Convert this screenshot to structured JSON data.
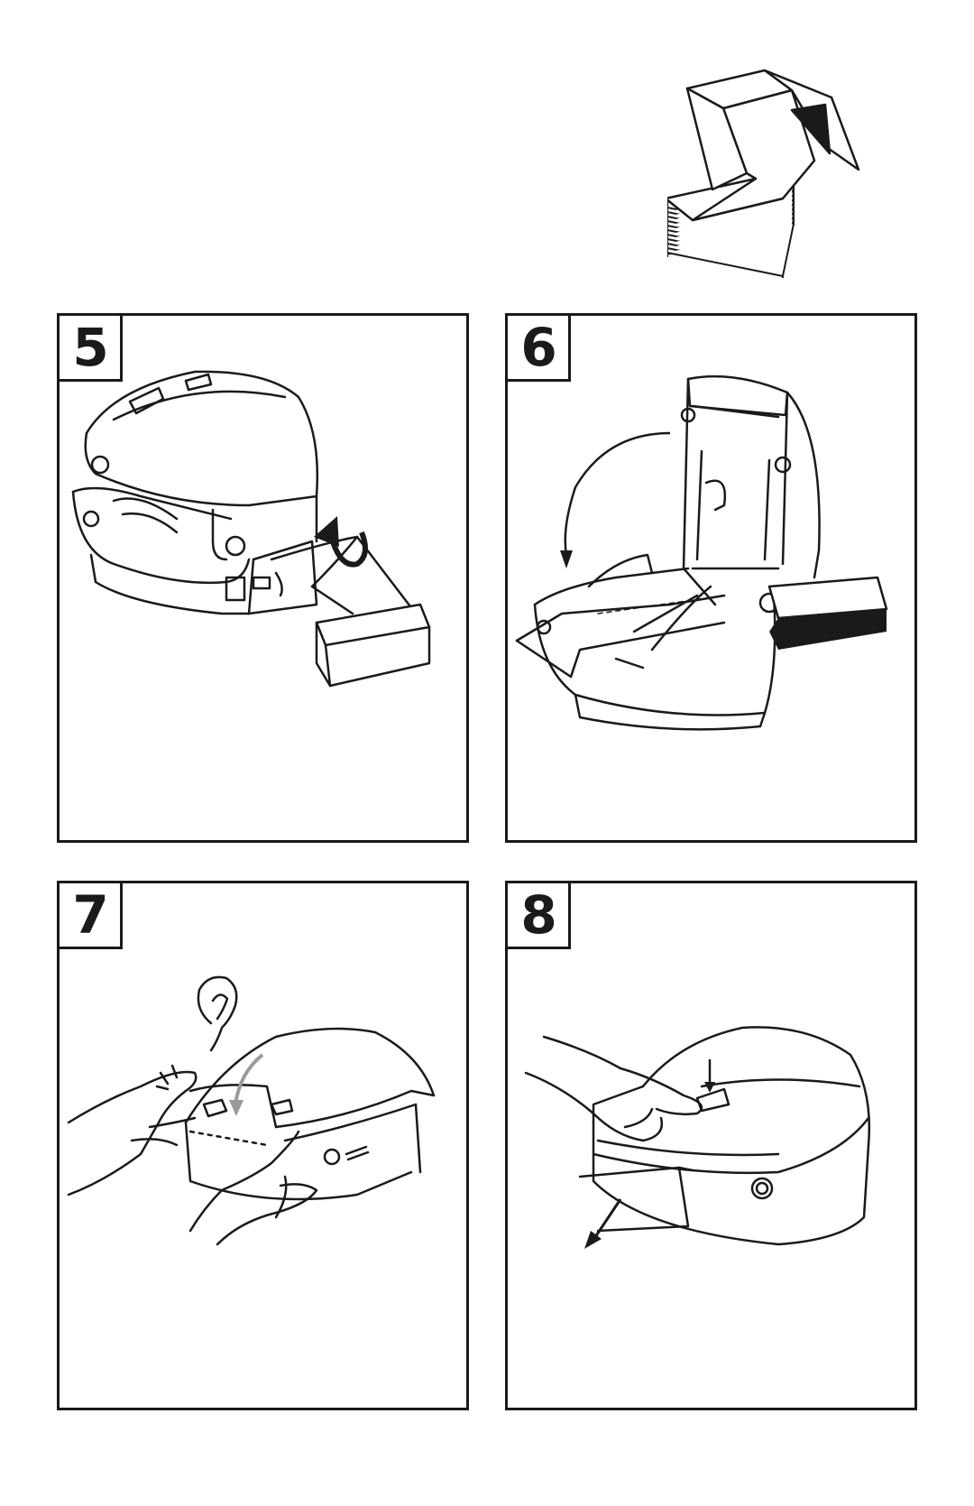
{
  "steps": [
    {
      "number": "5"
    },
    {
      "number": "6"
    },
    {
      "number": "7"
    },
    {
      "number": "8"
    }
  ]
}
